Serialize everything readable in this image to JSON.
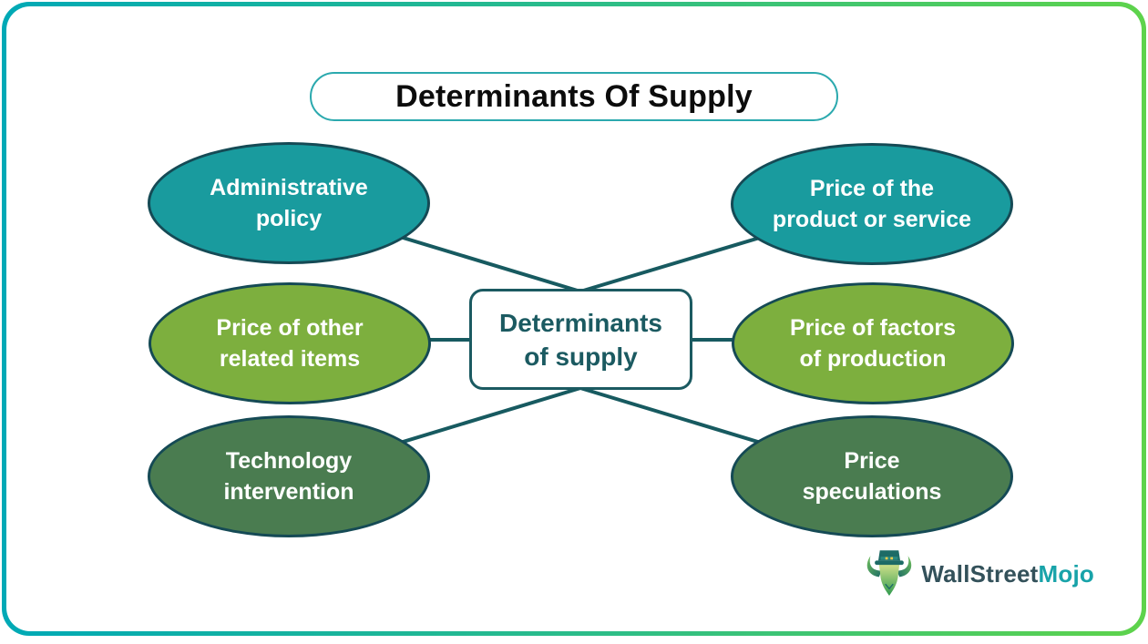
{
  "title": {
    "text": "Determinants Of Supply"
  },
  "center_box": {
    "line1": "Determinants",
    "line2": "of supply"
  },
  "nodes": [
    {
      "id": "administrative-policy",
      "line1": "Administrative",
      "line2": "policy",
      "color": "#199b9e"
    },
    {
      "id": "price-of-product-service",
      "line1": "Price of the",
      "line2": "product or service",
      "color": "#199b9e"
    },
    {
      "id": "price-of-related-items",
      "line1": "Price of other",
      "line2": "related items",
      "color": "#7daf3e"
    },
    {
      "id": "price-of-factors",
      "line1": "Price of factors",
      "line2": "of production",
      "color": "#7daf3e"
    },
    {
      "id": "technology-intervention",
      "line1": "Technology",
      "line2": "intervention",
      "color": "#4a7c50"
    },
    {
      "id": "price-speculations",
      "line1": "Price",
      "line2": "speculations",
      "color": "#4a7c50"
    }
  ],
  "logo": {
    "part1": "WallStreet",
    "part2": "Mojo"
  },
  "colors": {
    "teal_node": "#199b9e",
    "green_node": "#7daf3e",
    "dark_green_node": "#4a7c50",
    "node_border": "#154a55",
    "connector_line": "#175a60",
    "center_box_border": "#1b5a61",
    "center_box_text": "#1b5a61",
    "title_border": "#2ba9ae",
    "title_text": "#0c0c0c",
    "frame_gradient_start": "#00a9b6",
    "frame_gradient_end": "#5ed34b",
    "logo_text_dark": "#33515a",
    "logo_text_teal": "#18a3a9"
  }
}
